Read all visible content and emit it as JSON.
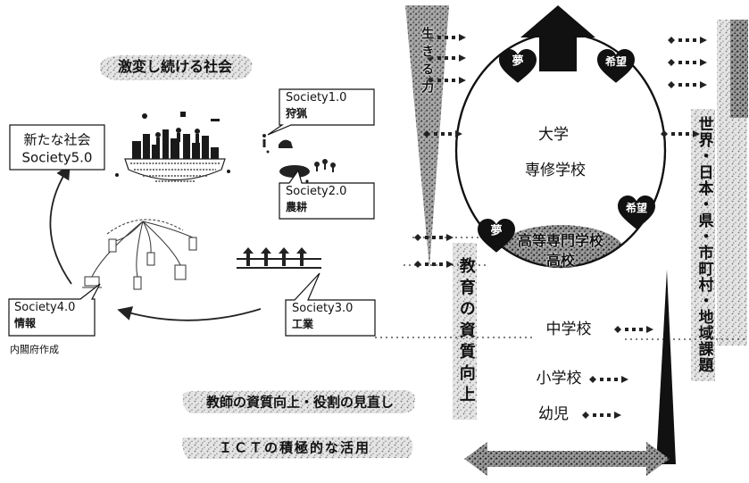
{
  "left": {
    "title": "激変し続ける社会",
    "society5": {
      "line1": "新たな社会",
      "line2": "Society5.0"
    },
    "society1": {
      "name": "Society1.0",
      "label": "狩猟"
    },
    "society2": {
      "name": "Society2.0",
      "label": "農耕"
    },
    "society3": {
      "name": "Society3.0",
      "label": "工業"
    },
    "society4": {
      "name": "Society4.0",
      "label": "情報"
    },
    "source": "内閣府作成"
  },
  "banners": {
    "teacher": "教師の資質向上・役割の見直し",
    "ict": "ＩＣＴの積極的な活用"
  },
  "right": {
    "top_band": "生きる力",
    "hearts": [
      {
        "label": "夢"
      },
      {
        "label": "希望"
      },
      {
        "label": "夢"
      },
      {
        "label": "希望"
      }
    ],
    "university": "大学",
    "vocational": "専修学校",
    "kosen": "高等専門学校",
    "high_school": "高校",
    "junior_high": "中学校",
    "elementary": "小学校",
    "preschool": "幼児",
    "quality_band": "教育の資質向上",
    "regional_band": "世界・日本・県・市町村・地域課題"
  },
  "colors": {
    "ink": "#111111",
    "speckle_light": "#e4e4e4",
    "speckle_dark": "#8c8c8c"
  }
}
